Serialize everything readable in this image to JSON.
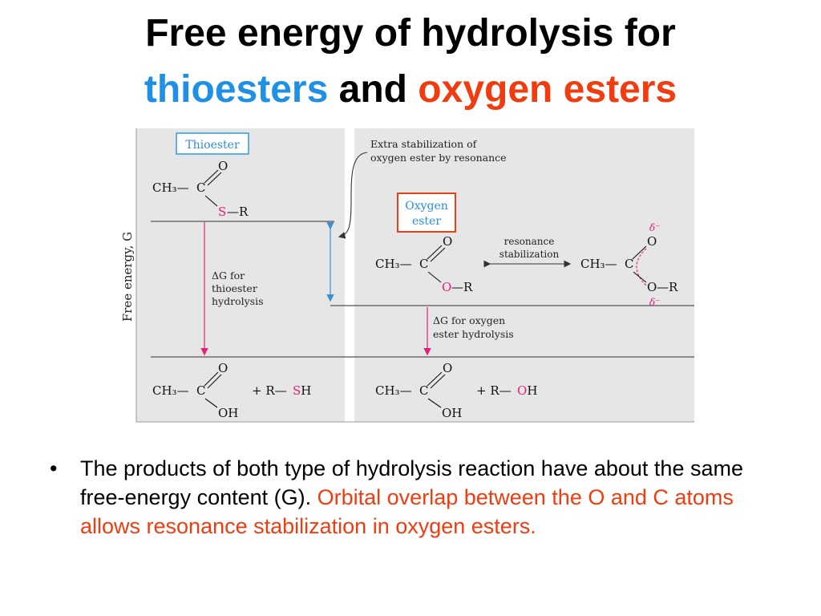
{
  "title": {
    "line1": "Free energy of hydrolysis for",
    "word_thioesters": "thioesters",
    "word_and": " and ",
    "word_oxygen_esters": "oxygen esters"
  },
  "diagram": {
    "y_axis": "Free energy, G",
    "thioester_label": "Thioester",
    "extra_stab_1": "Extra stabilization of",
    "extra_stab_2": "oxygen ester by resonance",
    "oxygen_ester_1": "Oxygen",
    "oxygen_ester_2": "ester",
    "resonance_1": "resonance",
    "resonance_2": "stabilization",
    "dg_thio_1": "ΔG for",
    "dg_thio_2": "thioester",
    "dg_thio_3": "hydrolysis",
    "dg_oxy_1": "ΔG for oxygen",
    "dg_oxy_2": "ester hydrolysis",
    "atom_O": "O",
    "atom_S": "S",
    "atom_C": "C",
    "atom_R": "R",
    "ch3_group": "CH₃—",
    "bond_R": "—R",
    "oh_group": "OH",
    "plus_r": "+ R—",
    "sh_group": "SH",
    "oh_atom_H": "H",
    "delta_minus": "δ⁻"
  },
  "bullet": {
    "marker": "•",
    "text_black": "The products of both type of hydrolysis reaction have about the same free-energy content (G). ",
    "text_red": "Orbital overlap between the O and C atoms allows resonance stabilization in oxygen esters."
  },
  "colors": {
    "blue": "#1e90e6",
    "red": "#f03c0f",
    "panel": "#e6e6e6",
    "magenta": "#e0207a",
    "arrow_blue": "#3a8fd8"
  }
}
